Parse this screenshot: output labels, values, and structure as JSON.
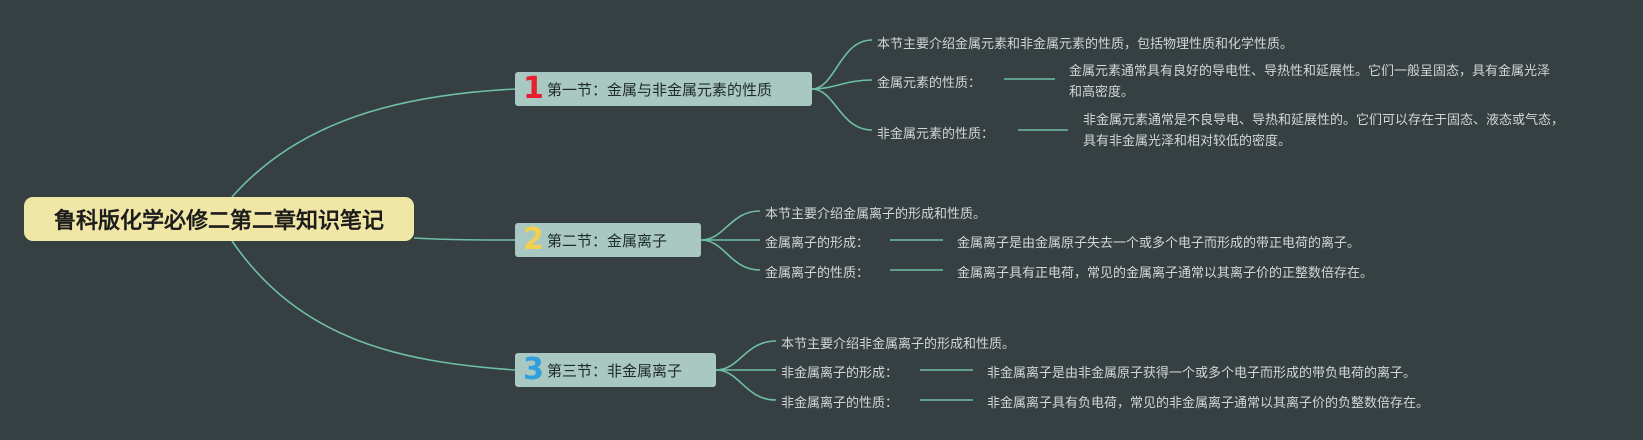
{
  "root": {
    "title": "鲁科版化学必修二第二章知识笔记"
  },
  "colors": {
    "background": "#363f41",
    "root_fill": "#f0e6a6",
    "section_fill": "#a8c8c1",
    "connector": "#6fbfa8",
    "num1": "#e8202e",
    "num2": "#f3d14e",
    "num3": "#2f9fe0"
  },
  "sections": [
    {
      "number": "1",
      "title": "第一节：金属与非金属元素的性质",
      "intro": "本节主要介绍金属元素和非金属元素的性质，包括物理性质和化学性质。",
      "items": [
        {
          "label": "金属元素的性质：",
          "detail": "金属元素通常具有良好的导电性、导热性和延展性。它们一般呈固态，具有金属光泽和高密度。"
        },
        {
          "label": "非金属元素的性质：",
          "detail": "非金属元素通常是不良导电、导热和延展性的。它们可以存在于固态、液态或气态，具有非金属光泽和相对较低的密度。"
        }
      ]
    },
    {
      "number": "2",
      "title": "第二节：金属离子",
      "intro": "本节主要介绍金属离子的形成和性质。",
      "items": [
        {
          "label": "金属离子的形成：",
          "detail": "金属离子是由金属原子失去一个或多个电子而形成的带正电荷的离子。"
        },
        {
          "label": "金属离子的性质：",
          "detail": "金属离子具有正电荷，常见的金属离子通常以其离子价的正整数倍存在。"
        }
      ]
    },
    {
      "number": "3",
      "title": "第三节：非金属离子",
      "intro": "本节主要介绍非金属离子的形成和性质。",
      "items": [
        {
          "label": "非金属离子的形成：",
          "detail": "非金属离子是由非金属原子获得一个或多个电子而形成的带负电荷的离子。"
        },
        {
          "label": "非金属离子的性质：",
          "detail": "非金属离子具有负电荷，常见的非金属离子通常以其离子价的负整数倍存在。"
        }
      ]
    }
  ]
}
